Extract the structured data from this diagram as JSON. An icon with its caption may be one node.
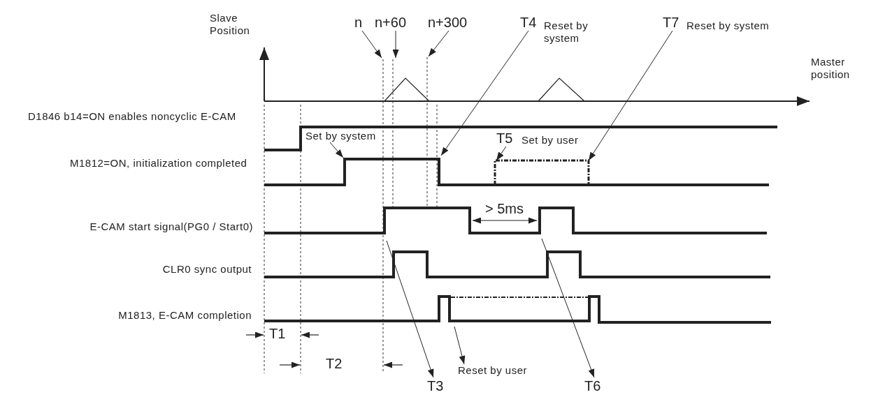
{
  "diagram": {
    "nodes": [
      {
        "text": [
          "n"
        ]
      },
      {
        "text": [
          "n+60"
        ]
      },
      {
        "text": [
          "n+300"
        ]
      },
      {
        "text": [
          "T4",
          "Reset by system"
        ]
      },
      {
        "text": [
          "T7",
          "Reset by system"
        ]
      },
      {
        "text": [
          "Set by system"
        ]
      },
      {
        "text": [
          "T5",
          "Set by user"
        ]
      },
      {
        "text": [
          "Reset by user"
        ]
      },
      {
        "text": [
          "T3"
        ]
      },
      {
        "text": [
          "T6"
        ]
      },
      {
        "text": [],
        "shape": "line"
      }
    ],
    "edges": [
      {
        "from": 0,
        "to": null,
        "arrow": "to"
      },
      {
        "from": 1,
        "to": null,
        "arrow": "to"
      },
      {
        "from": 2,
        "to": null,
        "arrow": "to"
      },
      {
        "from": 3,
        "to": null,
        "arrow": "to"
      },
      {
        "from": 4,
        "to": 10,
        "arrow": "to"
      },
      {
        "from": 5,
        "to": null,
        "arrow": "to"
      },
      {
        "from": 6,
        "to": 10,
        "arrow": "to"
      },
      {
        "from": null,
        "to": 7,
        "arrow": "to"
      },
      {
        "from": null,
        "to": 8,
        "arrow": "to"
      },
      {
        "from": null,
        "to": 9,
        "arrow": "to"
      }
    ],
    "labels": [
      "Slave Position",
      "Master position",
      "D1846 b14=ON enables noncyclic E-CAM",
      "M1812=ON, initialization completed",
      "E-CAM start signal(PG0 / Start0)",
      "> 5ms",
      "CLR0 sync output",
      "M1813, E-CAM completion",
      "T1",
      "T2"
    ]
  }
}
